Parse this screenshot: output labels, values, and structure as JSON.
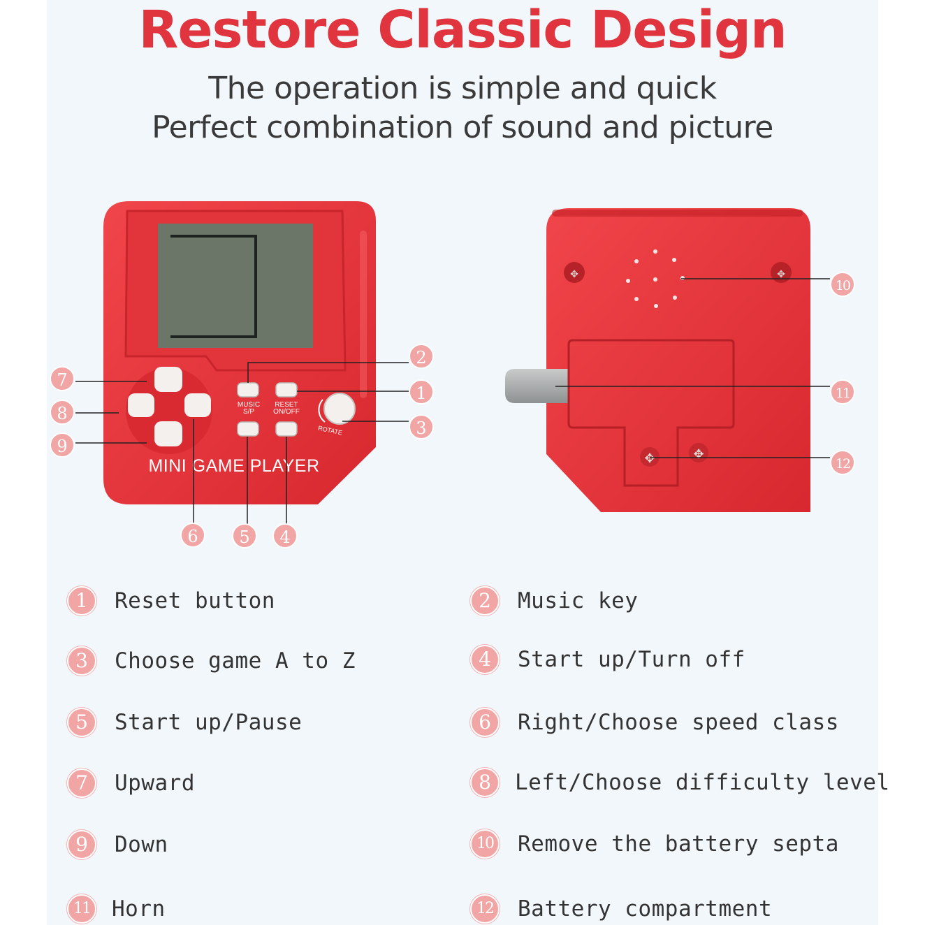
{
  "header": {
    "title": "Restore Classic Design",
    "subtitle_line1": "The operation is simple and quick",
    "subtitle_line2": "Perfect combination of sound and picture"
  },
  "device_front": {
    "brand_text": "MINI GAME PLAYER",
    "music_label": "MUSIC",
    "sp_label": "S/P",
    "reset_label": "RESET",
    "onoff_label": "ON/OFF",
    "rotate_label": "ROTATE"
  },
  "callouts": {
    "c1": "1",
    "c2": "2",
    "c3": "3",
    "c4": "4",
    "c5": "5",
    "c6": "6",
    "c7": "7",
    "c8": "8",
    "c9": "9",
    "c10": "10",
    "c11": "11",
    "c12": "12"
  },
  "legend": [
    {
      "num": "1",
      "text": "Reset button"
    },
    {
      "num": "2",
      "text": "Music key"
    },
    {
      "num": "3",
      "text": "Choose game A to Z"
    },
    {
      "num": "4",
      "text": "Start up/Turn off"
    },
    {
      "num": "5",
      "text": "Start up/Pause"
    },
    {
      "num": "6",
      "text": "Right/Choose speed class"
    },
    {
      "num": "7",
      "text": "Upward"
    },
    {
      "num": "8",
      "text": "Left/Choose difficulty level"
    },
    {
      "num": "9",
      "text": "Down"
    },
    {
      "num": "10",
      "text": "Remove the battery septa"
    },
    {
      "num": "11",
      "text": "Horn"
    },
    {
      "num": "12",
      "text": "Battery compartment"
    }
  ],
  "colors": {
    "brand_red": "#e0353e",
    "device_red": "#e63a3f",
    "badge_pink": "#f1a5a5",
    "screen_gray": "#6b7668"
  }
}
